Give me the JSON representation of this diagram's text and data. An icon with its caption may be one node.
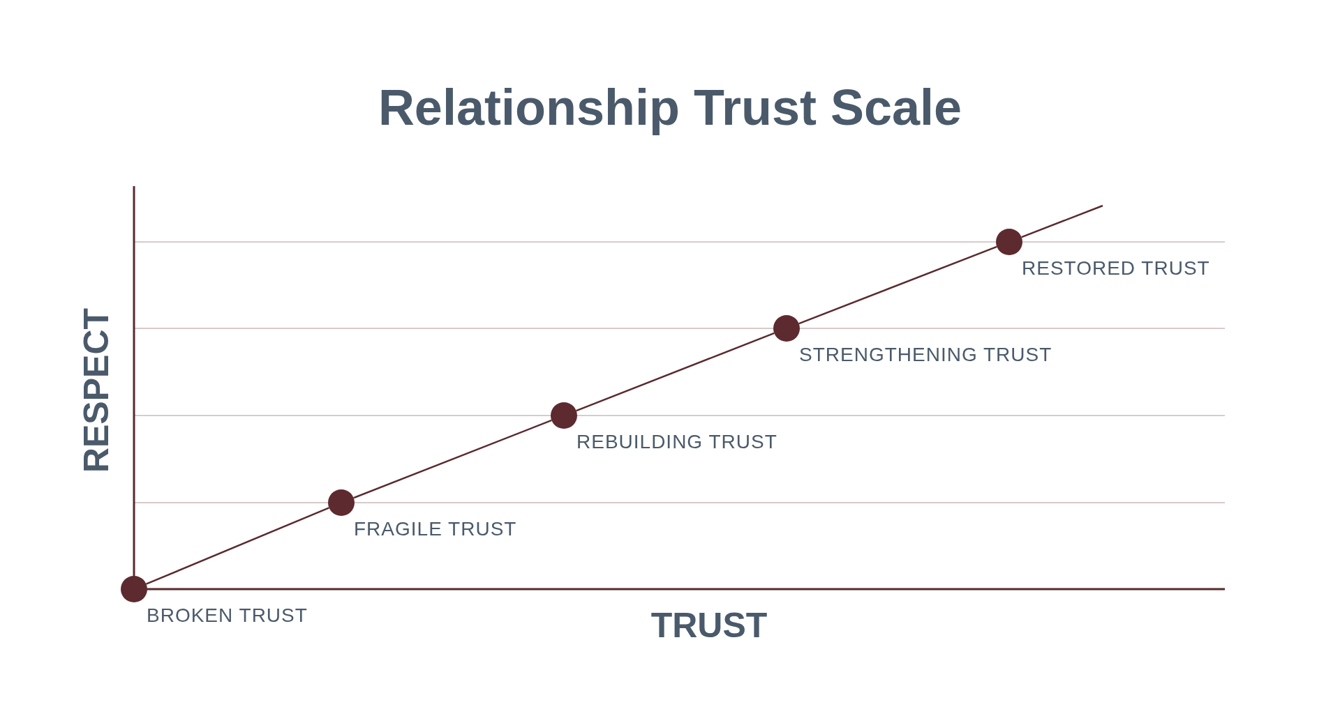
{
  "diagram": {
    "title": "Relationship Trust Scale",
    "nodes": [
      {
        "text": [],
        "shape": "circle",
        "beside": [
          "BROKEN TRUST"
        ]
      },
      {
        "text": [],
        "shape": "circle",
        "beside": [
          "FRAGILE TRUST"
        ]
      },
      {
        "text": [],
        "shape": "circle",
        "beside": [
          "REBUILDING TRUST"
        ]
      },
      {
        "text": [],
        "shape": "circle",
        "beside": [
          "STRENGTHENING TRUST"
        ]
      },
      {
        "text": [],
        "shape": "circle",
        "beside": [
          "RESTORED TRUST"
        ]
      }
    ],
    "edges": [
      {
        "from": 0,
        "to": 1,
        "arrow": "none"
      },
      {
        "from": 1,
        "to": 2,
        "arrow": "none"
      },
      {
        "from": 2,
        "to": 3,
        "arrow": "none"
      },
      {
        "from": 3,
        "to": 4,
        "arrow": "none"
      },
      {
        "from": 4,
        "to": null,
        "arrow": "none"
      }
    ],
    "labels": [
      "RESPECT",
      "TRUST"
    ]
  }
}
